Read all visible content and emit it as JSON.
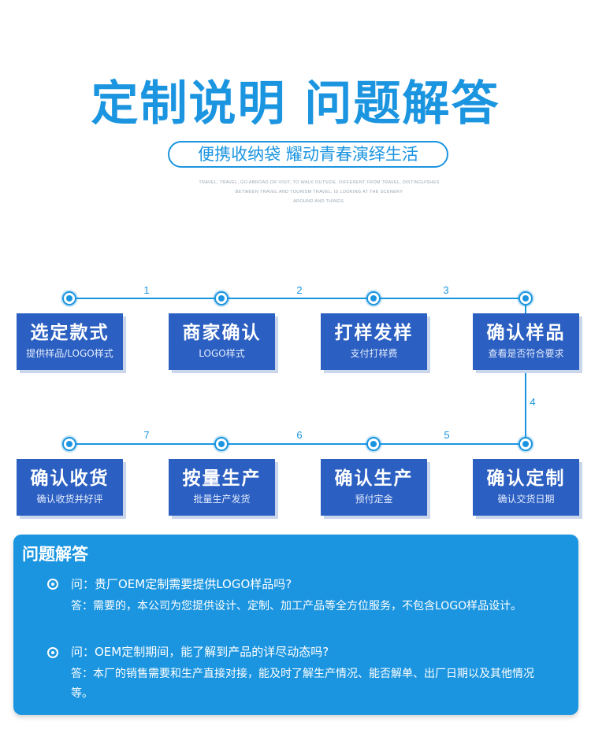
{
  "header": {
    "title": "定制说明 问题解答",
    "subtitle": "便携收纳袋 耀动青春演绎生活",
    "tagline": [
      "TRAVEL, TRAVEL, GO ABROAD OR VISIT, TO WALK OUTSIDE. DIFFERENT FROM TRAVEL, DISTINGUISHES",
      "BETWEEN TRAVEL AND TOURISM TRAVEL, IS LOOKING AT THE SCENERY",
      "AROUND AND THINGS."
    ]
  },
  "process": {
    "connector_numbers": [
      "1",
      "2",
      "3",
      "4",
      "5",
      "6",
      "7"
    ],
    "steps": [
      {
        "title": "选定款式",
        "desc": "提供样品/LOGO样式"
      },
      {
        "title": "商家确认",
        "desc": "LOGO样式"
      },
      {
        "title": "打样发样",
        "desc": "支付打样费"
      },
      {
        "title": "确认样品",
        "desc": "查看是否符合要求"
      },
      {
        "title": "确认定制",
        "desc": "确认交货日期"
      },
      {
        "title": "确认生产",
        "desc": "预付定金"
      },
      {
        "title": "按量生产",
        "desc": "批量生产发货"
      },
      {
        "title": "确认收货",
        "desc": "确认收货并好评"
      }
    ]
  },
  "faq": {
    "title": "问题解答",
    "items": [
      {
        "question": "问：贵厂OEM定制需要提供LOGO样品吗?",
        "answer": "答：需要的，本公司为您提供设计、定制、加工产品等全方位服务，不包含LOGO样品设计。"
      },
      {
        "question": "问：OEM定制期间，能了解到产品的详尽动态吗?",
        "answer": "答：本厂的销售需要和生产直接对接，能及时了解生产情况、能否解单、出厂日期以及其他情况等。"
      }
    ]
  },
  "colors": {
    "accent": "#1b95e0",
    "card": "#2b5fc1"
  }
}
